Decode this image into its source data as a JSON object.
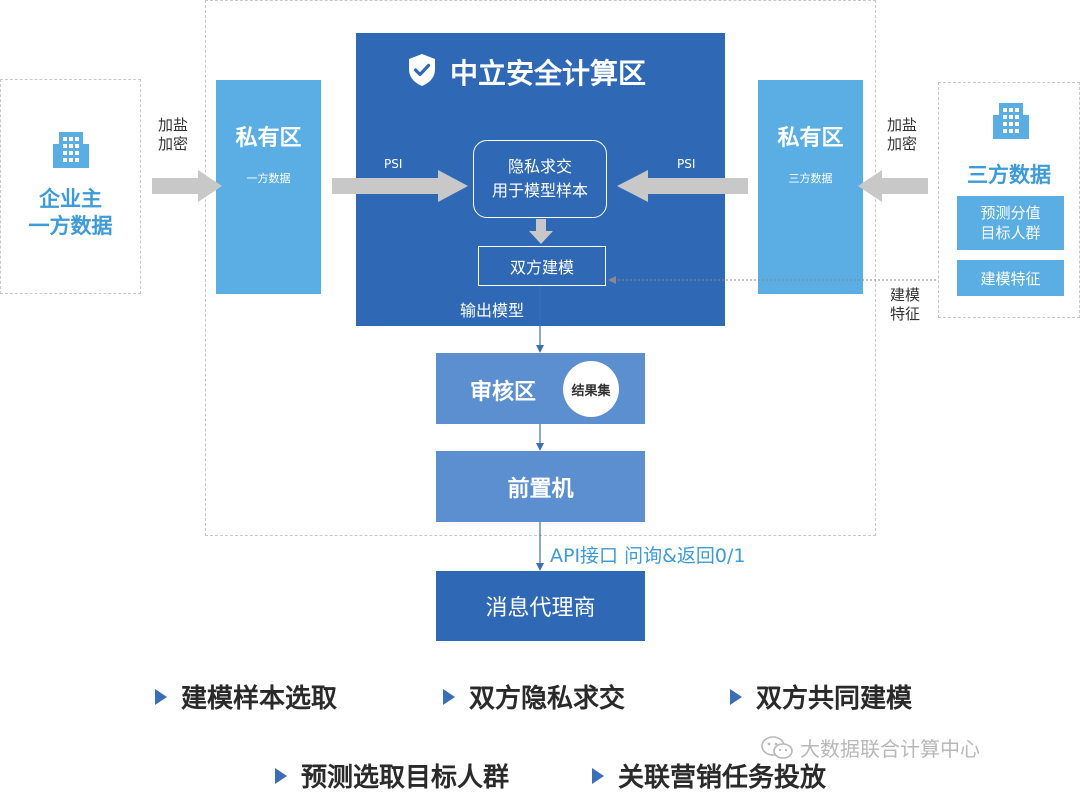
{
  "left_source": {
    "title_line1": "企业主",
    "title_line2": "一方数据"
  },
  "right_source": {
    "title": "三方数据",
    "box1_line1": "预测分值",
    "box1_line2": "目标人群",
    "box2": "建模特征"
  },
  "left_encrypt": {
    "line1": "加盐",
    "line2": "加密"
  },
  "right_encrypt": {
    "line1": "加盐",
    "line2": "加密"
  },
  "modeling_feature_label": {
    "line1": "建模",
    "line2": "特征"
  },
  "left_private": {
    "title": "私有区",
    "sub": "一方数据"
  },
  "right_private": {
    "title": "私有区",
    "sub": "三方数据"
  },
  "neutral_zone": {
    "title": "中立安全计算区",
    "psi_left": "PSI",
    "psi_right": "PSI",
    "intersect_line1": "隐私求交",
    "intersect_line2": "用于模型样本",
    "joint_modeling": "双方建模",
    "output_model": "输出模型"
  },
  "audit": {
    "title": "审核区",
    "badge": "结果集"
  },
  "front_machine": {
    "title": "前置机"
  },
  "api_label": "API接口 问询&返回0/1",
  "message_broker": {
    "title": "消息代理商"
  },
  "bullets": [
    "建模样本选取",
    "双方隐私求交",
    "双方共同建模",
    "预测选取目标人群",
    "关联营销任务投放"
  ],
  "watermark": "大数据联合计算中心",
  "colors": {
    "dark_blue": "#2f69b6",
    "light_blue": "#5aaee3",
    "mid_blue": "#5b8fd0",
    "accent_text": "#3d9bd9"
  }
}
